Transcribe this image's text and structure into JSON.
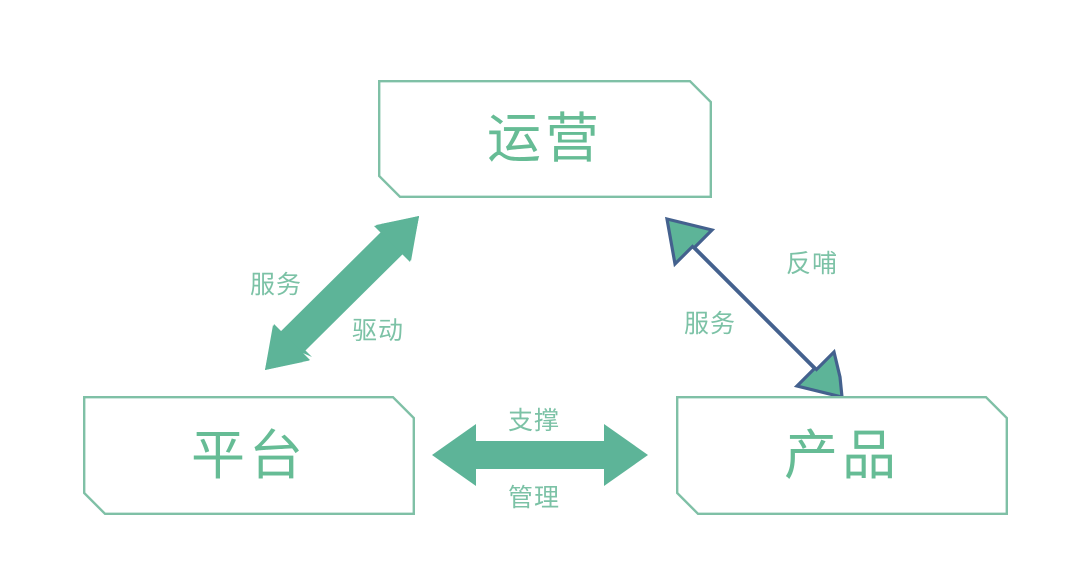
{
  "diagram": {
    "type": "triangular-relationship-diagram",
    "background_color": "#ffffff",
    "palette": {
      "arrow_fill": "#5db498",
      "arrow_outline": "#44618e",
      "box_border": "#7fc0a6",
      "box_fill": "#ffffff",
      "node_text": "#66bc95",
      "edge_text": "#7cc2a6"
    },
    "nodes": [
      {
        "id": "operations",
        "label": "运营",
        "position": "top"
      },
      {
        "id": "platform",
        "label": "平台",
        "position": "bottom-left"
      },
      {
        "id": "product",
        "label": "产品",
        "position": "bottom-right"
      }
    ],
    "edges": [
      {
        "id": "platform-operations",
        "from": "platform",
        "to": "operations",
        "style": "double-headed-diagonal",
        "outlined": false,
        "labels": [
          {
            "id": "service-left",
            "text": "服务",
            "side": "upper-left"
          },
          {
            "id": "drive",
            "text": "驱动",
            "side": "lower-right"
          }
        ]
      },
      {
        "id": "operations-product",
        "from": "operations",
        "to": "product",
        "style": "double-headed-diagonal",
        "outlined": true,
        "labels": [
          {
            "id": "feedback",
            "text": "反哺",
            "side": "upper-right"
          },
          {
            "id": "service-right",
            "text": "服务",
            "side": "lower-left"
          }
        ]
      },
      {
        "id": "platform-product",
        "from": "platform",
        "to": "product",
        "style": "double-headed-horizontal",
        "outlined": false,
        "labels": [
          {
            "id": "support",
            "text": "支撑",
            "side": "above"
          },
          {
            "id": "manage",
            "text": "管理",
            "side": "below"
          }
        ]
      }
    ]
  }
}
